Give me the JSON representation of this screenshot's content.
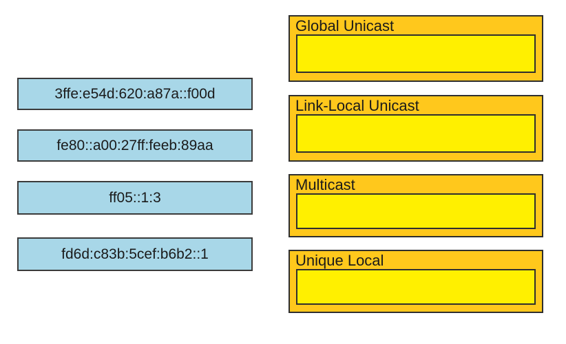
{
  "exercise": {
    "type": "drag-and-drop-matching",
    "colors": {
      "tile_fill": "#a8d7e8",
      "category_header_fill": "#ffc81c",
      "drop_zone_fill": "#fff000",
      "border": "#2e2e2e",
      "page_background": "#ffffff"
    }
  },
  "address_tiles": [
    {
      "label": "3ffe:e54d:620:a87a::f00d"
    },
    {
      "label": "fe80::a00:27ff:feeb:89aa"
    },
    {
      "label": "ff05::1:3"
    },
    {
      "label": "fd6d:c83b:5cef:b6b2::1"
    }
  ],
  "categories": [
    {
      "label": "Global Unicast",
      "drop_zone_value": ""
    },
    {
      "label": "Link-Local Unicast",
      "drop_zone_value": ""
    },
    {
      "label": "Multicast",
      "drop_zone_value": ""
    },
    {
      "label": "Unique Local",
      "drop_zone_value": ""
    }
  ]
}
